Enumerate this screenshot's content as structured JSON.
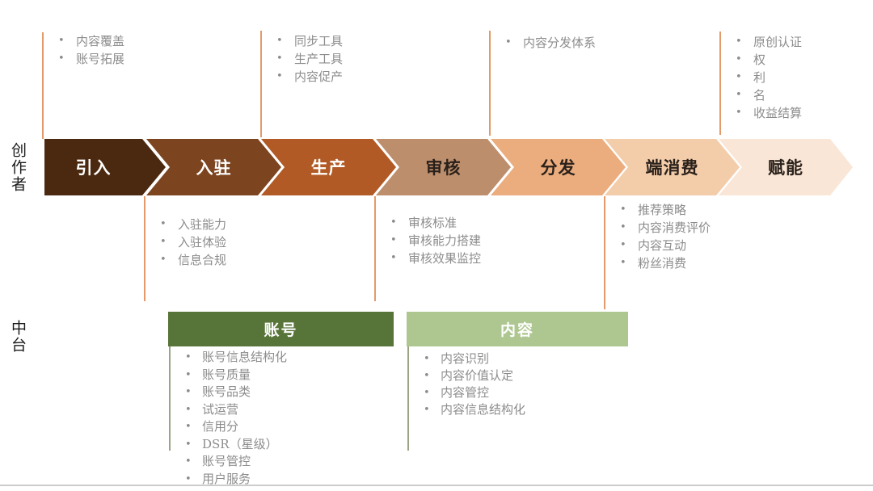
{
  "labels": {
    "creator": "创作者",
    "platform": "中台"
  },
  "stages": [
    {
      "label": "引入",
      "color": "#4B2910",
      "text_color": "#ffffff"
    },
    {
      "label": "入驻",
      "color": "#7C441F",
      "text_color": "#ffffff"
    },
    {
      "label": "生产",
      "color": "#B15A25",
      "text_color": "#ffffff"
    },
    {
      "label": "审核",
      "color": "#BD8E6C",
      "text_color": "#2A211B"
    },
    {
      "label": "分发",
      "color": "#EBAD7D",
      "text_color": "#2A211B"
    },
    {
      "label": "端消费",
      "color": "#F3CCAA",
      "text_color": "#2A211B"
    },
    {
      "label": "赋能",
      "color": "#F9E6D6",
      "text_color": "#2A211B"
    }
  ],
  "callouts_top": [
    {
      "items": [
        "内容覆盖",
        "账号拓展"
      ]
    },
    {
      "items": [
        "同步工具",
        "生产工具",
        "内容促产"
      ]
    },
    {
      "items": [
        "内容分发体系"
      ]
    },
    {
      "items": [
        "原创认证",
        "权",
        "利",
        "名",
        "收益结算"
      ]
    }
  ],
  "callouts_bottom": [
    {
      "items": [
        "入驻能力",
        "入驻体验",
        "信息合规"
      ]
    },
    {
      "items": [
        "审核标准",
        "审核能力搭建",
        "审核效果监控"
      ]
    },
    {
      "items": [
        "推荐策略",
        "内容消费评价",
        "内容互动",
        "粉丝消费"
      ]
    }
  ],
  "platform_boxes": [
    {
      "title": "账号",
      "header_color": "#587539",
      "items": [
        "账号信息结构化",
        "账号质量",
        "账号品类",
        "试运营",
        "信用分",
        "DSR（星级）",
        "账号管控",
        "用户服务"
      ]
    },
    {
      "title": "内容",
      "header_color": "#AEC791",
      "items": [
        "内容识别",
        "内容价值认定",
        "内容管控",
        "内容信息结构化"
      ]
    }
  ],
  "colors": {
    "callout_line": "#E49A6A",
    "bullet_text": "#8C8C8C",
    "box_list_line": "#9AA585",
    "page_rule": "#CCCCCC",
    "row_label": "#1A1A1A"
  }
}
